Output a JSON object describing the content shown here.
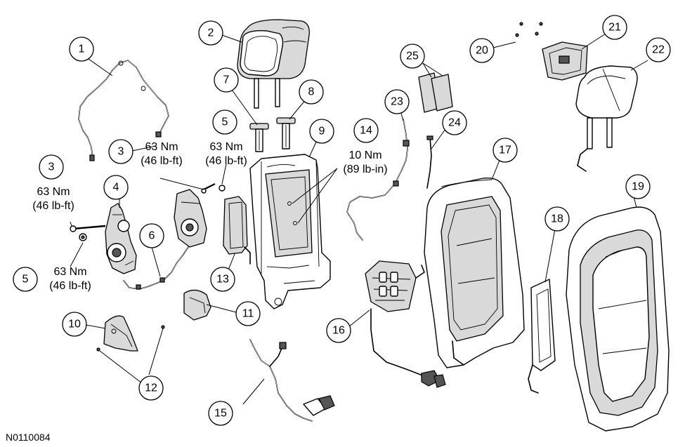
{
  "figure_id": "N0110084",
  "callouts": [
    "1",
    "2",
    "3",
    "3",
    "4",
    "5",
    "5",
    "6",
    "7",
    "8",
    "9",
    "10",
    "11",
    "12",
    "13",
    "14",
    "15",
    "16",
    "17",
    "18",
    "19",
    "20",
    "21",
    "22",
    "23",
    "24",
    "25"
  ],
  "torque": {
    "t3_upper": {
      "nm": "63 Nm",
      "lbft": "(46 lb-ft)"
    },
    "t5_upper": {
      "nm": "63 Nm",
      "lbft": "(46 lb-ft)"
    },
    "t3_left": {
      "nm": "63 Nm",
      "lbft": "(46 lb-ft)"
    },
    "t5_lower": {
      "nm": "63 Nm",
      "lbft": "(46 lb-ft)"
    },
    "t14": {
      "nm": "10 Nm",
      "lbin": "(89 lb-in)"
    }
  }
}
